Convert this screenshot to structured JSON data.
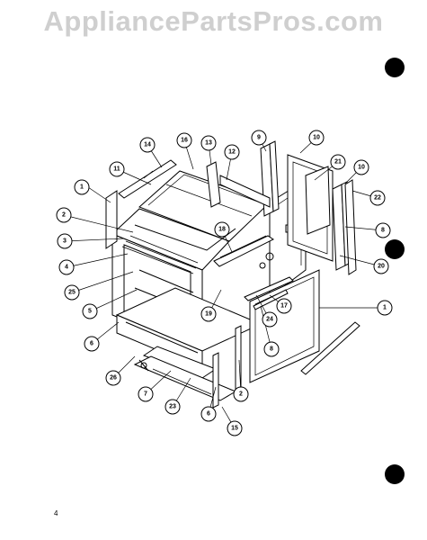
{
  "watermark": "AppliancePartsPros.com",
  "page_number": "4",
  "callouts": [
    {
      "id": "c1a",
      "label": "1"
    },
    {
      "id": "c1b",
      "label": "1"
    },
    {
      "id": "c2a",
      "label": "2"
    },
    {
      "id": "c2b",
      "label": "2"
    },
    {
      "id": "c3",
      "label": "3"
    },
    {
      "id": "c4",
      "label": "4"
    },
    {
      "id": "c5",
      "label": "5"
    },
    {
      "id": "c6a",
      "label": "6"
    },
    {
      "id": "c6b",
      "label": "6"
    },
    {
      "id": "c7",
      "label": "7"
    },
    {
      "id": "c8a",
      "label": "8"
    },
    {
      "id": "c8b",
      "label": "8"
    },
    {
      "id": "c9",
      "label": "9"
    },
    {
      "id": "c10a",
      "label": "10"
    },
    {
      "id": "c10b",
      "label": "10"
    },
    {
      "id": "c11",
      "label": "11"
    },
    {
      "id": "c12",
      "label": "12"
    },
    {
      "id": "c13",
      "label": "13"
    },
    {
      "id": "c14",
      "label": "14"
    },
    {
      "id": "c15",
      "label": "15"
    },
    {
      "id": "c16",
      "label": "16"
    },
    {
      "id": "c17",
      "label": "17"
    },
    {
      "id": "c18",
      "label": "18"
    },
    {
      "id": "c19",
      "label": "19"
    },
    {
      "id": "c20",
      "label": "20"
    },
    {
      "id": "c21",
      "label": "21"
    },
    {
      "id": "c22",
      "label": "22"
    },
    {
      "id": "c23",
      "label": "23"
    },
    {
      "id": "c24",
      "label": "24"
    },
    {
      "id": "c25",
      "label": "25"
    },
    {
      "id": "c26",
      "label": "26"
    }
  ]
}
